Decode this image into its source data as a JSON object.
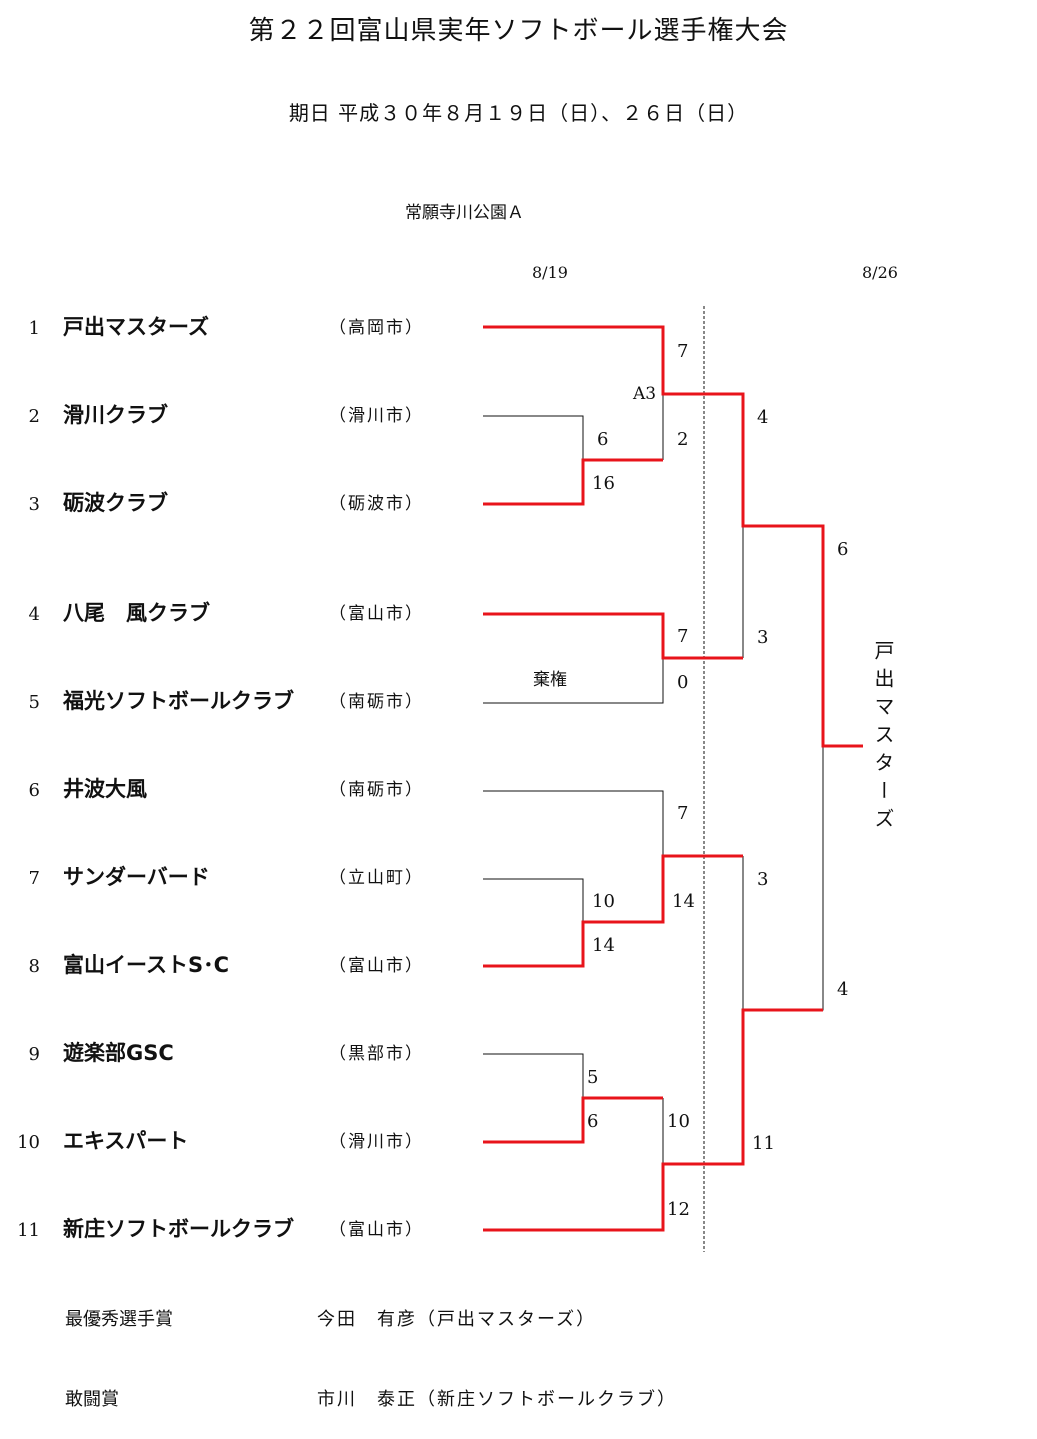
{
  "header": {
    "title": "第２２回富山県実年ソフトボール選手権大会",
    "dates": "期日 平成３０年８月１９日（日）、２６日（日）"
  },
  "venue": "常願寺川公園Ａ",
  "round_dates": {
    "day1": "8/19",
    "day2": "8/26"
  },
  "teams": [
    {
      "seed": "1",
      "name": "戸出マスターズ",
      "city": "（高岡市）"
    },
    {
      "seed": "2",
      "name": "滑川クラブ",
      "city": "（滑川市）"
    },
    {
      "seed": "3",
      "name": "砺波クラブ",
      "city": "（砺波市）"
    },
    {
      "seed": "4",
      "name": "八尾　風クラブ",
      "city": "（富山市）"
    },
    {
      "seed": "5",
      "name": "福光ソフトボールクラブ",
      "city": "（南砺市）"
    },
    {
      "seed": "6",
      "name": "井波大風",
      "city": "（南砺市）"
    },
    {
      "seed": "7",
      "name": "サンダーバード",
      "city": "（立山町）"
    },
    {
      "seed": "8",
      "name": "富山イーストS･C",
      "city": "（富山市）"
    },
    {
      "seed": "9",
      "name": "遊楽部GSC",
      "city": "（黒部市）"
    },
    {
      "seed": "10",
      "name": "エキスパート",
      "city": "（滑川市）"
    },
    {
      "seed": "11",
      "name": "新庄ソフトボールクラブ",
      "city": "（富山市）"
    }
  ],
  "scores": {
    "r1_2v3_top": "6",
    "r1_2v3_bot": "16",
    "r2_1_top": "7",
    "r2_1_bot": "2",
    "game_label": "A3",
    "r2_4v5_top": "7",
    "r2_4v5_bot": "0",
    "forfeit": "棄権",
    "r1_7v8_top": "10",
    "r1_7v8_bot": "14",
    "r2_6_top": "7",
    "r2_6_bot": "14",
    "r1_9v10_top": "5",
    "r1_9v10_bot": "6",
    "r2_11_top": "10",
    "r2_11_bot": "12",
    "qf_a_top": "4",
    "qf_a_bot": "3",
    "qf_b_top": "3",
    "qf_b_bot": "11",
    "final_top": "6",
    "final_bot": "4"
  },
  "champion": "戸出マスターズ",
  "awards": [
    {
      "label": "最優秀選手賞",
      "name": "今田　有彦（戸出マスターズ）"
    },
    {
      "label": "敢闘賞",
      "name": "市川　泰正（新庄ソフトボールクラブ）"
    }
  ],
  "colors": {
    "winner_line": "#e8141b",
    "loser_line": "#111111"
  }
}
